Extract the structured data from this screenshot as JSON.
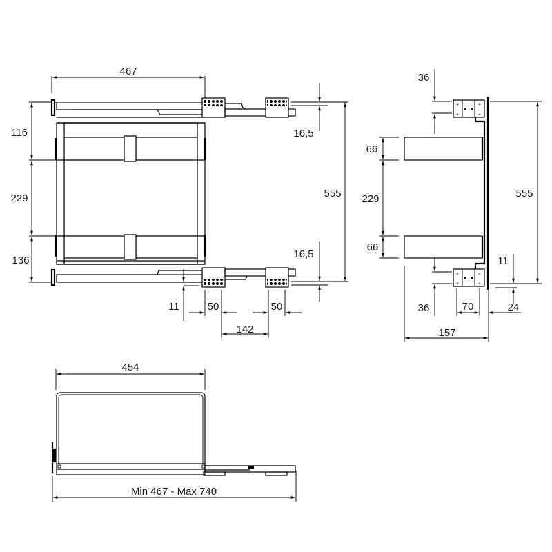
{
  "drawing": {
    "views": {
      "top_view": {
        "dim_width": "467",
        "dim_left_top": "116",
        "dim_left_middle": "229",
        "dim_left_bottom": "136",
        "dim_right_top_offset": "16,5",
        "dim_right_bottom_offset": "16,5",
        "dim_total_height": "555",
        "dim_runner_offset": "11",
        "dim_bracket_a": "50",
        "dim_bracket_b": "50",
        "dim_bracket_spacing": "142"
      },
      "side_view": {
        "dim_top_bracket": "36",
        "dim_basket_top": "66",
        "dim_basket_gap": "229",
        "dim_basket_bottom": "66",
        "dim_total_height": "555",
        "dim_bottom_offset": "11",
        "dim_bottom_bracket": "36",
        "dim_bracket_width": "70",
        "dim_bracket_offset": "24",
        "dim_depth": "157"
      },
      "front_view": {
        "dim_basket_width": "454",
        "dim_extension": "Min 467 - Max 740"
      }
    }
  }
}
